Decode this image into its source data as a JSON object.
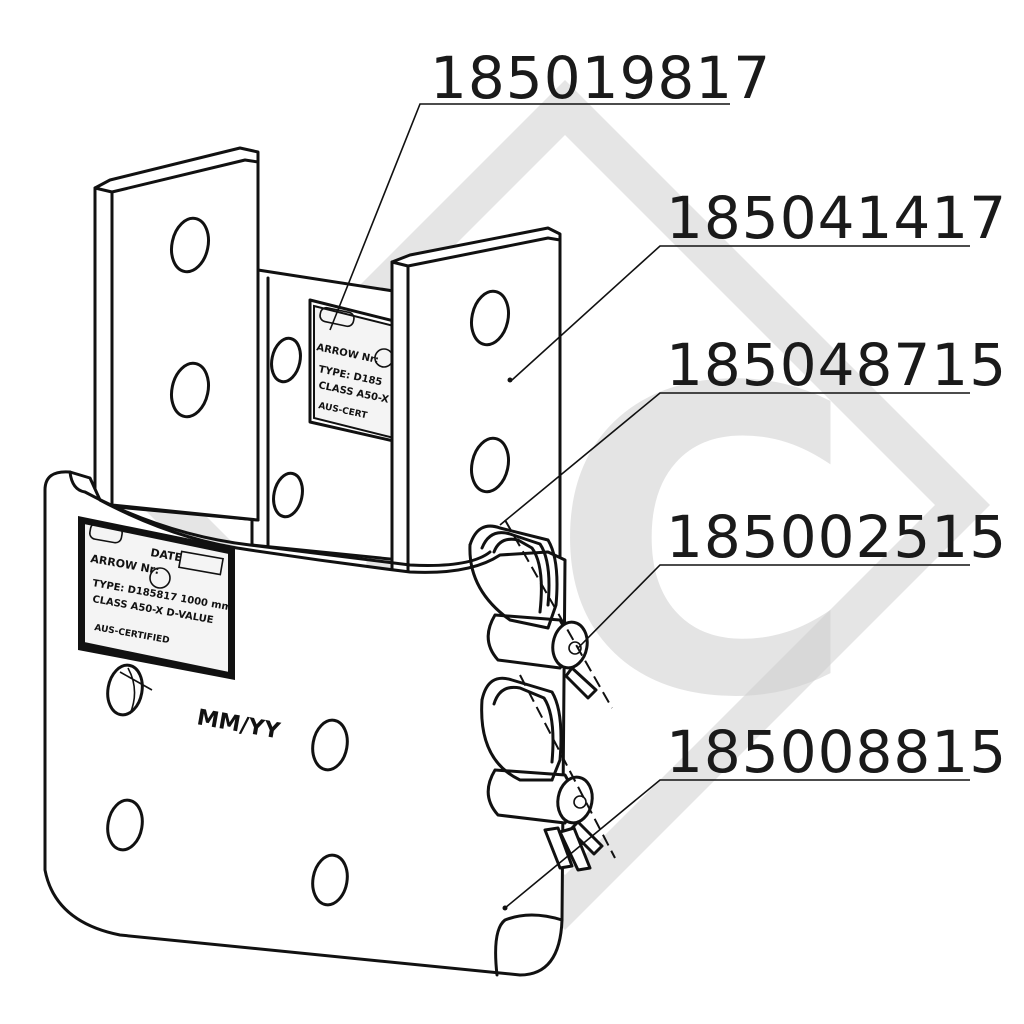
{
  "part_labels": [
    {
      "id": "p1",
      "number": "185019817"
    },
    {
      "id": "p2",
      "number": "185041417"
    },
    {
      "id": "p3",
      "number": "185048715"
    },
    {
      "id": "p4",
      "number": "185002515"
    },
    {
      "id": "p5",
      "number": "185008815"
    }
  ],
  "marking_text": "MM/YY",
  "type_plate_large": {
    "line1": "ARROW Nr:",
    "line2": "DATE",
    "line3": "TYPE: D185817 1000 mm",
    "line4": "CLASS A50-X D-VALUE",
    "line5": "AUS-CERTIFIED"
  },
  "type_plate_small": {
    "line1": "ARROW Nr:",
    "line2": "TYPE: D185",
    "line3": "CLASS A50-X",
    "line4": "AUS-CERT"
  },
  "watermark_text": "TC",
  "colors": {
    "line": "#111111",
    "watermark": "#cfcfcf",
    "background": "#ffffff"
  }
}
